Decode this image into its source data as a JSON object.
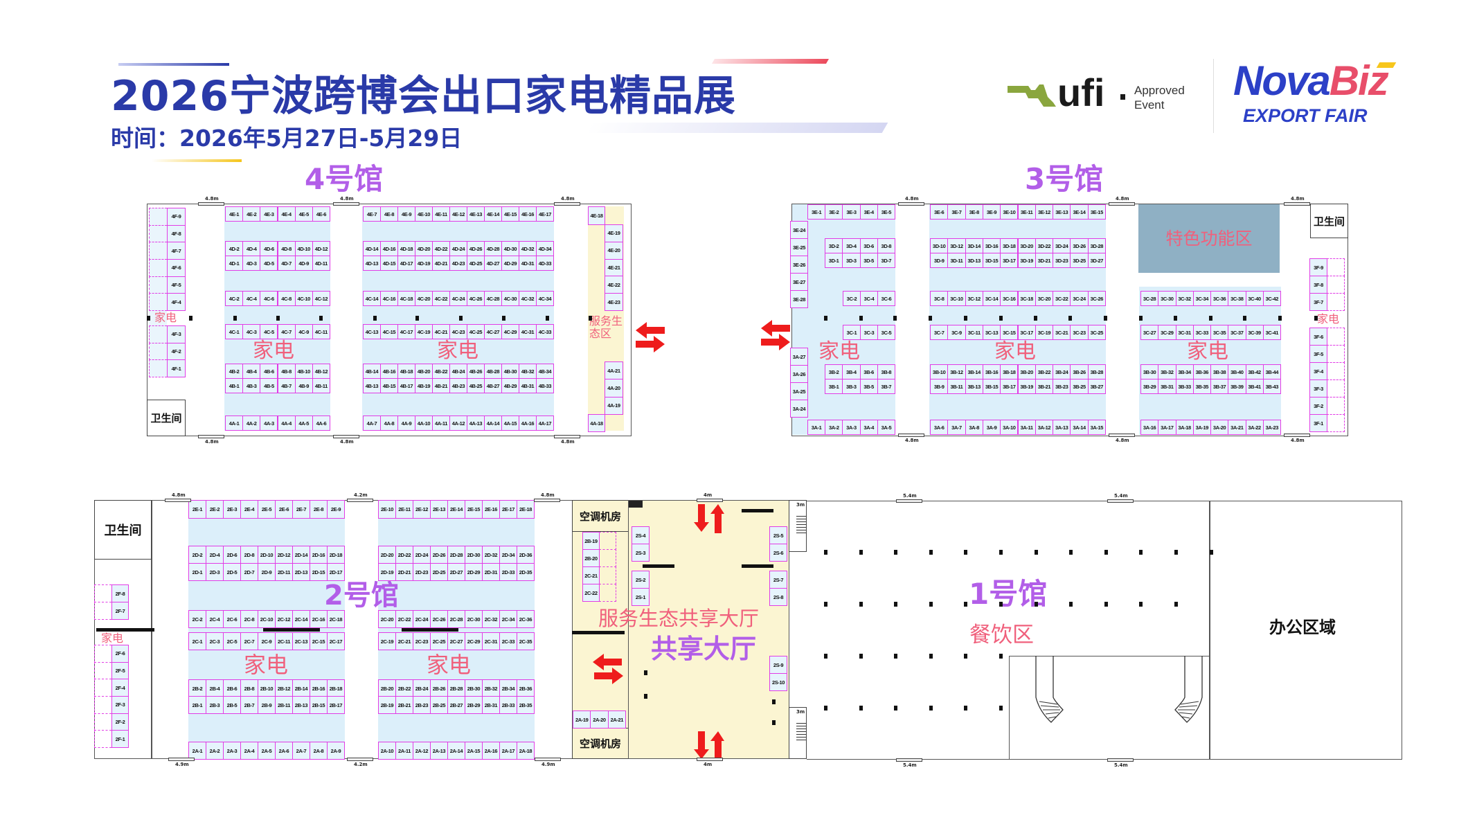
{
  "header": {
    "title": "2026宁波跨博会出口家电精品展",
    "subtitle": "时间：2026年5月27日-5月29日"
  },
  "logos": {
    "ufi": {
      "name": "ufi",
      "line1": "Approved",
      "line2": "Event"
    },
    "novabiz": {
      "nova": "Nova",
      "biz": "Biz",
      "tagline": "EXPORT FAIR"
    }
  },
  "colors": {
    "title": "#2a3aa8",
    "booth_border": "#e13ce6",
    "hall_name": "#b25ee8",
    "category": "#f0607c",
    "zone_fill": "#dceffa",
    "service_fill": "#fbf5d2",
    "feature_zone": "#8fb0c4"
  },
  "hall4": {
    "name": "4号馆",
    "category": "家电",
    "category_small": "家电",
    "service_zone": "服务生态区",
    "restroom": "卫生间",
    "door_label": "4.8m",
    "booths": {
      "e1": {
        "prefix": "4E-",
        "from": 1,
        "to": 6,
        "step": 1
      },
      "e2": {
        "prefix": "4E-",
        "from": 7,
        "to": 17,
        "step": 1
      },
      "d1u": {
        "prefix": "4D-",
        "from": 2,
        "to": 12,
        "step": 2
      },
      "d1l": {
        "prefix": "4D-",
        "from": 1,
        "to": 11,
        "step": 2
      },
      "d2u": {
        "prefix": "4D-",
        "from": 14,
        "to": 34,
        "step": 2
      },
      "d2l": {
        "prefix": "4D-",
        "from": 13,
        "to": 33,
        "step": 2
      },
      "c1u": {
        "prefix": "4C-",
        "from": 2,
        "to": 12,
        "step": 2
      },
      "c2u": {
        "prefix": "4C-",
        "from": 14,
        "to": 34,
        "step": 2
      },
      "c1l": {
        "prefix": "4C-",
        "from": 1,
        "to": 11,
        "step": 2
      },
      "c2l": {
        "prefix": "4C-",
        "from": 13,
        "to": 33,
        "step": 2
      },
      "b1u": {
        "prefix": "4B-",
        "from": 2,
        "to": 12,
        "step": 2
      },
      "b1l": {
        "prefix": "4B-",
        "from": 1,
        "to": 11,
        "step": 2
      },
      "b2u": {
        "prefix": "4B-",
        "from": 14,
        "to": 34,
        "step": 2
      },
      "b2l": {
        "prefix": "4B-",
        "from": 13,
        "to": 33,
        "step": 2
      },
      "a1": {
        "prefix": "4A-",
        "from": 1,
        "to": 6,
        "step": 1
      },
      "a2": {
        "prefix": "4A-",
        "from": 7,
        "to": 17,
        "step": 1
      },
      "f1": {
        "prefix": "4F-",
        "from": 9,
        "to": 4,
        "step": -1
      },
      "f2": {
        "prefix": "4F-",
        "from": 3,
        "to": 1,
        "step": -1
      },
      "e18": {
        "prefix": "4E-",
        "from": 18,
        "to": 18,
        "step": 1
      },
      "e19": {
        "prefix": "4E-",
        "from": 19,
        "to": 23,
        "step": 1
      },
      "a21": {
        "prefix": "4A-",
        "from": 21,
        "to": 19,
        "step": -1
      },
      "a18": {
        "prefix": "4A-",
        "from": 18,
        "to": 18,
        "step": 1
      }
    }
  },
  "hall3": {
    "name": "3号馆",
    "category": "家电",
    "category_small": "家电",
    "feature_zone": "特色功能区",
    "restroom": "卫生间",
    "door_label": "4.8m",
    "booths": {
      "e24": {
        "prefix": "3E-",
        "from": 24,
        "to": 28,
        "step": 1
      },
      "a27": {
        "prefix": "3A-",
        "from": 27,
        "to": 24,
        "step": -1
      },
      "e1": {
        "prefix": "3E-",
        "from": 1,
        "to": 5,
        "step": 1
      },
      "e2": {
        "prefix": "3E-",
        "from": 6,
        "to": 15,
        "step": 1
      },
      "d1u": {
        "prefix": "3D-",
        "from": 2,
        "to": 8,
        "step": 2
      },
      "d1l": {
        "prefix": "3D-",
        "from": 1,
        "to": 7,
        "step": 2
      },
      "d2u": {
        "prefix": "3D-",
        "from": 10,
        "to": 28,
        "step": 2
      },
      "d2l": {
        "prefix": "3D-",
        "from": 9,
        "to": 27,
        "step": 2
      },
      "c1u": {
        "prefix": "3C-",
        "from": 2,
        "to": 6,
        "step": 2
      },
      "c2u": {
        "prefix": "3C-",
        "from": 8,
        "to": 26,
        "step": 2
      },
      "c3u": {
        "prefix": "3C-",
        "from": 28,
        "to": 42,
        "step": 2
      },
      "c1l": {
        "prefix": "3C-",
        "from": 1,
        "to": 5,
        "step": 2
      },
      "c2l": {
        "prefix": "3C-",
        "from": 7,
        "to": 25,
        "step": 2
      },
      "c3l": {
        "prefix": "3C-",
        "from": 27,
        "to": 41,
        "step": 2
      },
      "b1u": {
        "prefix": "3B-",
        "from": 2,
        "to": 8,
        "step": 2
      },
      "b1l": {
        "prefix": "3B-",
        "from": 1,
        "to": 7,
        "step": 2
      },
      "b2u": {
        "prefix": "3B-",
        "from": 10,
        "to": 28,
        "step": 2
      },
      "b2l": {
        "prefix": "3B-",
        "from": 9,
        "to": 27,
        "step": 2
      },
      "b3u": {
        "prefix": "3B-",
        "from": 30,
        "to": 44,
        "step": 2
      },
      "b3l": {
        "prefix": "3B-",
        "from": 29,
        "to": 43,
        "step": 2
      },
      "a1": {
        "prefix": "3A-",
        "from": 1,
        "to": 5,
        "step": 1
      },
      "a2": {
        "prefix": "3A-",
        "from": 6,
        "to": 15,
        "step": 1
      },
      "a3": {
        "prefix": "3A-",
        "from": 16,
        "to": 23,
        "step": 1
      },
      "f1": {
        "prefix": "3F-",
        "from": 9,
        "to": 7,
        "step": -1
      },
      "f2": {
        "prefix": "3F-",
        "from": 6,
        "to": 1,
        "step": -1
      }
    }
  },
  "hall2": {
    "name": "2号馆",
    "category": "家电",
    "category_small": "家电",
    "restroom": "卫生间",
    "door_label_top": "4.8m",
    "door_label_mid": "4.2m",
    "door_label_bottom": "4.9m",
    "booths": {
      "e1": {
        "prefix": "2E-",
        "from": 1,
        "to": 9,
        "step": 1
      },
      "e2": {
        "prefix": "2E-",
        "from": 10,
        "to": 18,
        "step": 1
      },
      "d1u": {
        "prefix": "2D-",
        "from": 2,
        "to": 18,
        "step": 2
      },
      "d1l": {
        "prefix": "2D-",
        "from": 1,
        "to": 17,
        "step": 2
      },
      "d2u": {
        "prefix": "2D-",
        "from": 20,
        "to": 36,
        "step": 2
      },
      "d2l": {
        "prefix": "2D-",
        "from": 19,
        "to": 35,
        "step": 2
      },
      "c1u": {
        "prefix": "2C-",
        "from": 2,
        "to": 18,
        "step": 2
      },
      "c2u": {
        "prefix": "2C-",
        "from": 20,
        "to": 36,
        "step": 2
      },
      "c1l": {
        "prefix": "2C-",
        "from": 1,
        "to": 17,
        "step": 2
      },
      "c2l": {
        "prefix": "2C-",
        "from": 19,
        "to": 35,
        "step": 2
      },
      "b1u": {
        "prefix": "2B-",
        "from": 2,
        "to": 18,
        "step": 2
      },
      "b1l": {
        "prefix": "2B-",
        "from": 1,
        "to": 17,
        "step": 2
      },
      "b2u": {
        "prefix": "2B-",
        "from": 20,
        "to": 36,
        "step": 2
      },
      "b2l": {
        "prefix": "2B-",
        "from": 19,
        "to": 35,
        "step": 2
      },
      "a1": {
        "prefix": "2A-",
        "from": 1,
        "to": 9,
        "step": 1
      },
      "a2": {
        "prefix": "2A-",
        "from": 10,
        "to": 18,
        "step": 1
      },
      "f1": {
        "prefix": "2F-",
        "from": 8,
        "to": 7,
        "step": -1
      },
      "f2": {
        "prefix": "2F-",
        "from": 6,
        "to": 1,
        "step": -1
      }
    }
  },
  "shared_hall": {
    "name": "共享大厅",
    "zone": "服务生态共享大厅",
    "ac_room_top": "空调机房",
    "ac_room_bottom": "空调机房",
    "door_label": "4m",
    "stair_label": "3m",
    "booths": {
      "side": {
        "labels": [
          "2B-19",
          "2B-20",
          "2C-21",
          "2C-22"
        ]
      },
      "a19": {
        "prefix": "2A-",
        "from": 19,
        "to": 21,
        "step": 1
      },
      "s4": {
        "labels": [
          "2S-4",
          "2S-3"
        ]
      },
      "s2": {
        "labels": [
          "2S-2",
          "2S-1"
        ]
      },
      "s5": {
        "labels": [
          "2S-5",
          "2S-6"
        ]
      },
      "s7": {
        "labels": [
          "2S-7",
          "2S-8"
        ]
      },
      "s9": {
        "labels": [
          "2S-9",
          "2S-10"
        ]
      }
    }
  },
  "hall1": {
    "name": "1号馆",
    "zone": "餐饮区",
    "office": "办公区域",
    "door_label": "5.4m"
  }
}
